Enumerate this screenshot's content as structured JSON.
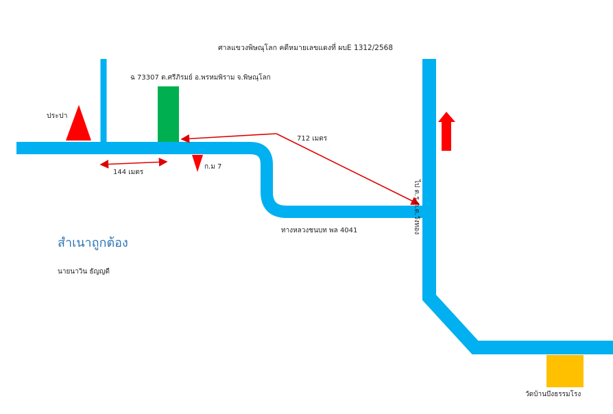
{
  "map": {
    "heading": "ศาลแขวงพิษณุโลก คดีหมายเลขแดงที่ ผบE 1312/2568",
    "landmark_label": "ฉ 73307 ต.ศรีภิรมย์ อ.พรหมพิราม จ.พิษณุโลก",
    "water_tank_label": "ประปา",
    "distance_right": "712 เมตร",
    "distance_left": "144 เมตร",
    "km_marker": "ก.ม 7",
    "road_label": "ทางหลวงชนบท พล 4041",
    "direction_label": "ไป ต.ร.ภ.ต.วังทอง",
    "certification": "สำเนาถูกต้อง",
    "signer": "นายนาวิน ธัญญดี",
    "temple_label": "วัดบ้านบึงธรรมโรง"
  },
  "colors": {
    "road": "#00b0f0",
    "parcel": "#00b050",
    "marker_red": "#ff0000",
    "measure_line": "#e00000",
    "temple": "#ffc000",
    "certification_text": "#2e75b6"
  },
  "icons": {
    "water_tank": "red-triangle-up",
    "km_marker": "red-triangle-down",
    "direction": "red-arrow-up"
  }
}
